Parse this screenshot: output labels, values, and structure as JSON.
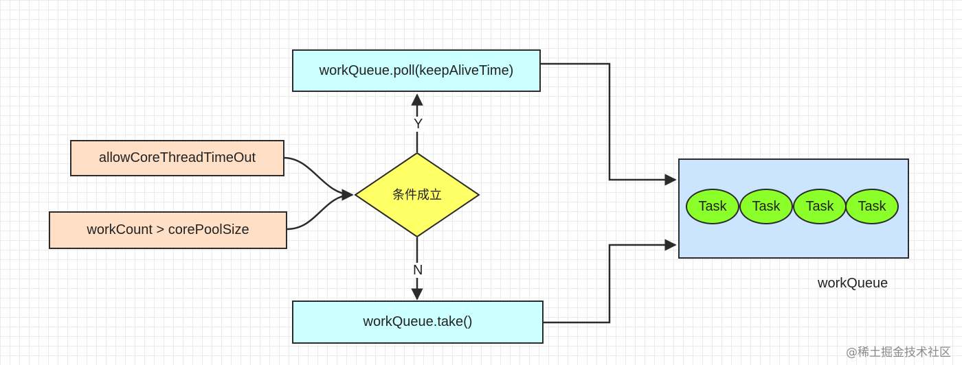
{
  "nodes": {
    "poll": "workQueue.poll(keepAliveTime)",
    "take": "workQueue.take()",
    "allow_core": "allowCoreThreadTimeOut",
    "work_count": "workCount > corePoolSize",
    "condition": "条件成立"
  },
  "edge_labels": {
    "yes": "Y",
    "no": "N"
  },
  "queue": {
    "caption": "workQueue",
    "tasks": [
      "Task",
      "Task",
      "Task",
      "Task"
    ]
  },
  "watermark": "@稀土掘金技术社区",
  "colors": {
    "action_box": "#ccffff",
    "input_box": "#ffe0c6",
    "decision": "#ffff66",
    "queue": "#cce5ff",
    "task": "#8bff2a"
  }
}
